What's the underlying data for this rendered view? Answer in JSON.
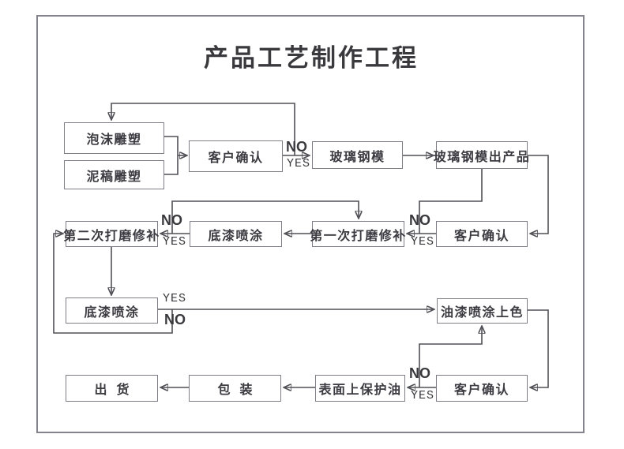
{
  "title": "产品工艺制作工程",
  "nodes": {
    "foam_sculpture": "泡沫雕塑",
    "clay_sculpture": "泥稿雕塑",
    "customer_confirm_1": "客户确认",
    "fiberglass_mold": "玻璃钢模",
    "fiberglass_product": "玻璃钢模出产品",
    "second_sanding": "第二次打磨修补",
    "primer_spray_1": "底漆喷涂",
    "first_sanding": "第一次打磨修补",
    "customer_confirm_2": "客户确认",
    "primer_spray_2": "底漆喷涂",
    "paint_spray": "油漆喷涂上色",
    "shipment": "出货",
    "packaging": "包装",
    "protective_oil": "表面上保护油",
    "customer_confirm_3": "客户确认"
  },
  "branch_labels": {
    "no": "NO",
    "yes": "YES"
  },
  "edges": [
    {
      "from": "foam_sculpture",
      "to": "customer_confirm_1",
      "branch": ""
    },
    {
      "from": "clay_sculpture",
      "to": "customer_confirm_1",
      "branch": ""
    },
    {
      "from": "customer_confirm_1",
      "to": "fiberglass_mold",
      "branch": "YES"
    },
    {
      "from": "customer_confirm_1",
      "to": "foam_sculpture",
      "branch": "NO"
    },
    {
      "from": "fiberglass_mold",
      "to": "fiberglass_product",
      "branch": ""
    },
    {
      "from": "fiberglass_product",
      "to": "customer_confirm_2",
      "branch": ""
    },
    {
      "from": "customer_confirm_2",
      "to": "first_sanding",
      "branch": "YES"
    },
    {
      "from": "customer_confirm_2",
      "to": "fiberglass_product",
      "branch": "NO"
    },
    {
      "from": "first_sanding",
      "to": "primer_spray_1",
      "branch": ""
    },
    {
      "from": "primer_spray_1",
      "to": "second_sanding",
      "branch": "YES"
    },
    {
      "from": "primer_spray_1",
      "to": "first_sanding",
      "branch": "NO"
    },
    {
      "from": "second_sanding",
      "to": "primer_spray_2",
      "branch": ""
    },
    {
      "from": "primer_spray_2",
      "to": "paint_spray",
      "branch": "YES"
    },
    {
      "from": "primer_spray_2",
      "to": "second_sanding",
      "branch": "NO"
    },
    {
      "from": "paint_spray",
      "to": "customer_confirm_3",
      "branch": ""
    },
    {
      "from": "customer_confirm_3",
      "to": "protective_oil",
      "branch": "YES"
    },
    {
      "from": "customer_confirm_3",
      "to": "paint_spray",
      "branch": "NO"
    },
    {
      "from": "protective_oil",
      "to": "packaging",
      "branch": ""
    },
    {
      "from": "packaging",
      "to": "shipment",
      "branch": ""
    }
  ],
  "colors": {
    "line": "#505057",
    "box_border": "#7e7e86",
    "text": "#3b3b41",
    "background": "#ffffff"
  }
}
